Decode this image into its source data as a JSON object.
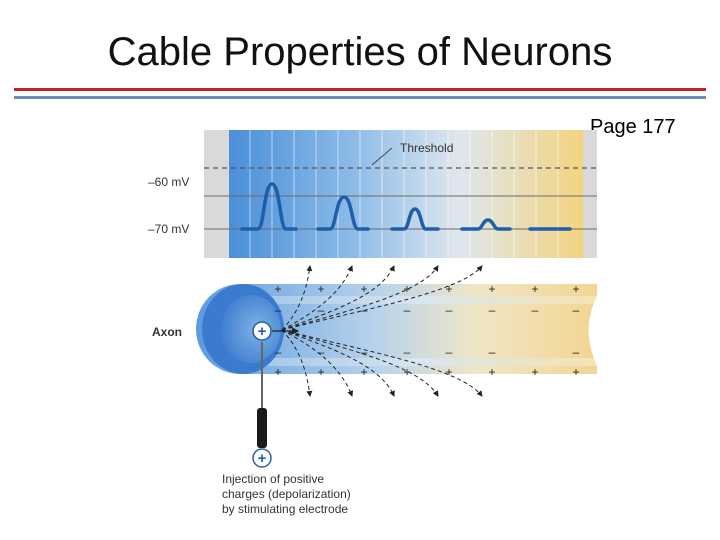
{
  "slide": {
    "title": "Cable Properties of Neurons",
    "page_label": "Page 177"
  },
  "diagram": {
    "threshold_label": "Threshold",
    "voltage_labels": [
      "–60 mV",
      "–70 mV"
    ],
    "axon_label": "Axon",
    "plus_sign": "+",
    "minus_sign": "–",
    "injection_caption": [
      "Injection of positive",
      "charges (depolarization)",
      "by stimulating electrode"
    ],
    "colors": {
      "deep_blue": "#4a8fd8",
      "fade_yellow": "#f3d37e",
      "trace": "#1f5ea8",
      "title_rule_red": "#c8202a",
      "title_rule_blue": "#6a8fb8"
    }
  }
}
